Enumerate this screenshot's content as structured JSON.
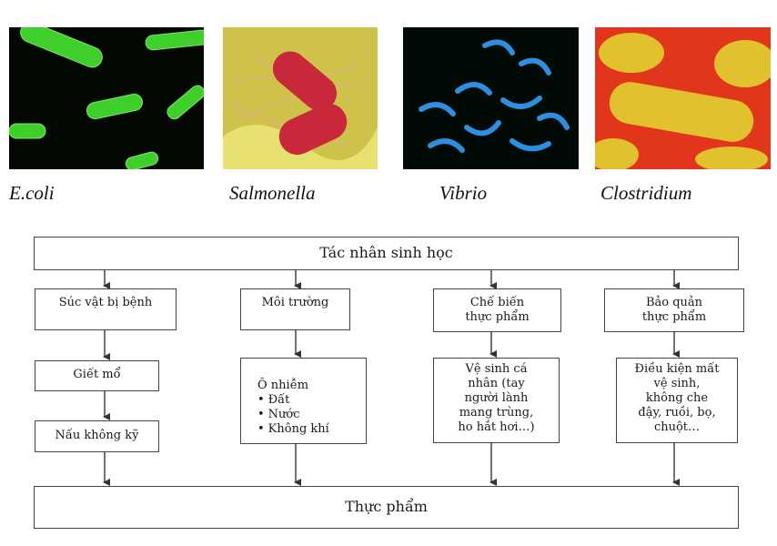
{
  "photos": [
    {
      "caption": "E.coli",
      "icon": "ecoli-photo"
    },
    {
      "caption": "Salmonella",
      "icon": "salmonella-photo"
    },
    {
      "caption": "Vibrio",
      "icon": "vibrio-photo"
    },
    {
      "caption": "Clostridium",
      "icon": "clostridium-photo"
    }
  ],
  "diagram": {
    "root": "Tác nhân sinh học",
    "bottom": "Thực phẩm",
    "col1": {
      "title": "Súc vật bị bệnh",
      "step1": "Giết mổ",
      "step2": "Nấu không kỹ"
    },
    "col2": {
      "title": "Môi trường",
      "detail_title": "Ô nhiễm",
      "items": [
        "Đất",
        "Nước",
        "Không khí"
      ]
    },
    "col3": {
      "title_lines": [
        "Chế biến",
        "thực phẩm"
      ],
      "detail_lines": [
        "Vệ sinh cá",
        "nhân (tay",
        "người lành",
        "mang trùng,",
        "ho hắt hơi…)"
      ]
    },
    "col4": {
      "title_lines": [
        "Bảo quản",
        "thực phẩm"
      ],
      "detail_lines": [
        "Điều kiện mất",
        "vệ sinh,",
        "không che",
        "đậy, ruồi, bọ,",
        "chuột…"
      ]
    }
  },
  "colors": {
    "line": "#444444",
    "ecoli": "#3fcf2b",
    "salmonella": "#c8283a",
    "vibrio": "#2d8fe0",
    "clostridium": "#e1c22e"
  }
}
